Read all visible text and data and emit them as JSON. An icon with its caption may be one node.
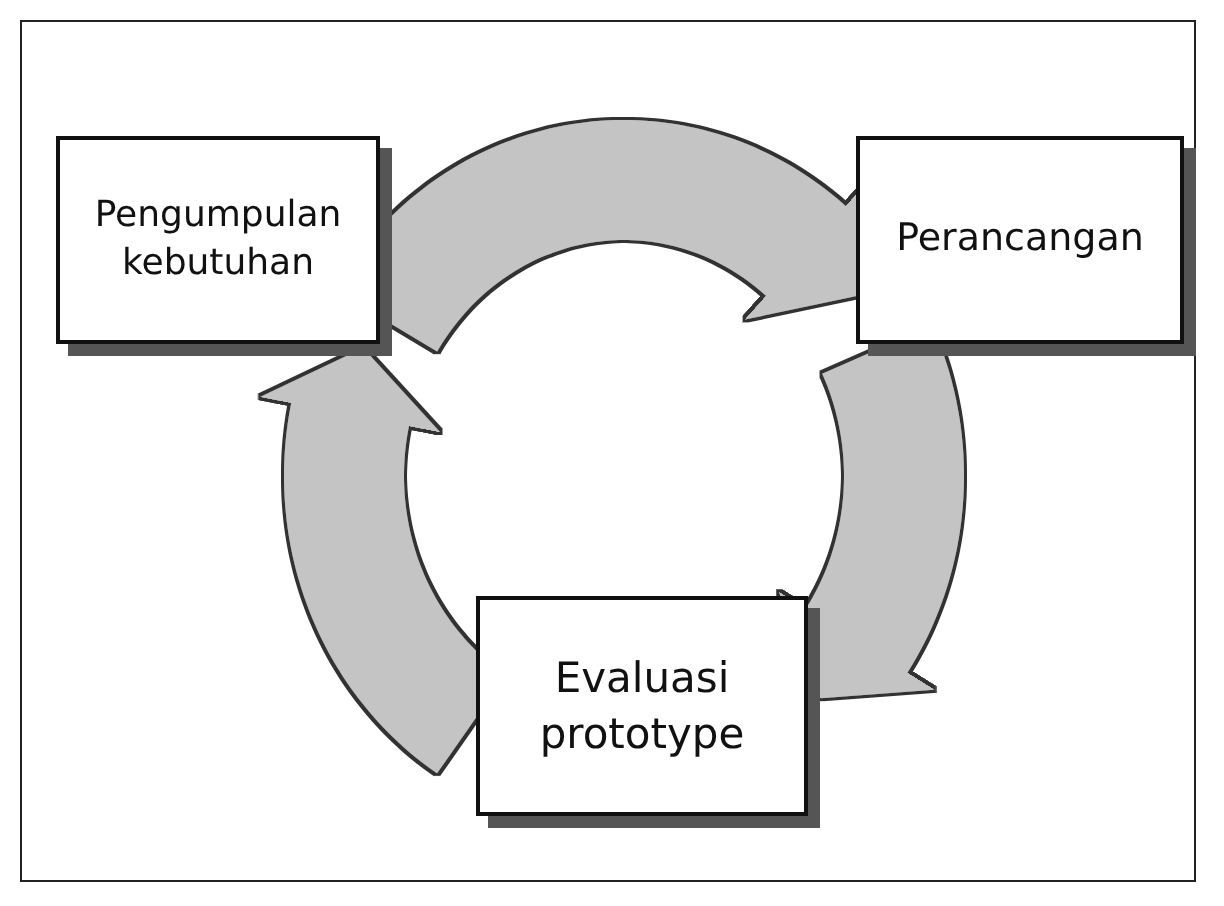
{
  "diagram": {
    "nodes": [
      {
        "text": [
          "Pengumpulan kebutuhan"
        ]
      },
      {
        "text": [
          "Perancangan"
        ]
      },
      {
        "text": [
          "Evaluasi prototype"
        ]
      }
    ],
    "edges": [
      {
        "from": 0,
        "to": 1,
        "arrow": "to"
      },
      {
        "from": 1,
        "to": 2,
        "arrow": "to"
      },
      {
        "from": 2,
        "to": 0,
        "arrow": "to"
      }
    ]
  }
}
